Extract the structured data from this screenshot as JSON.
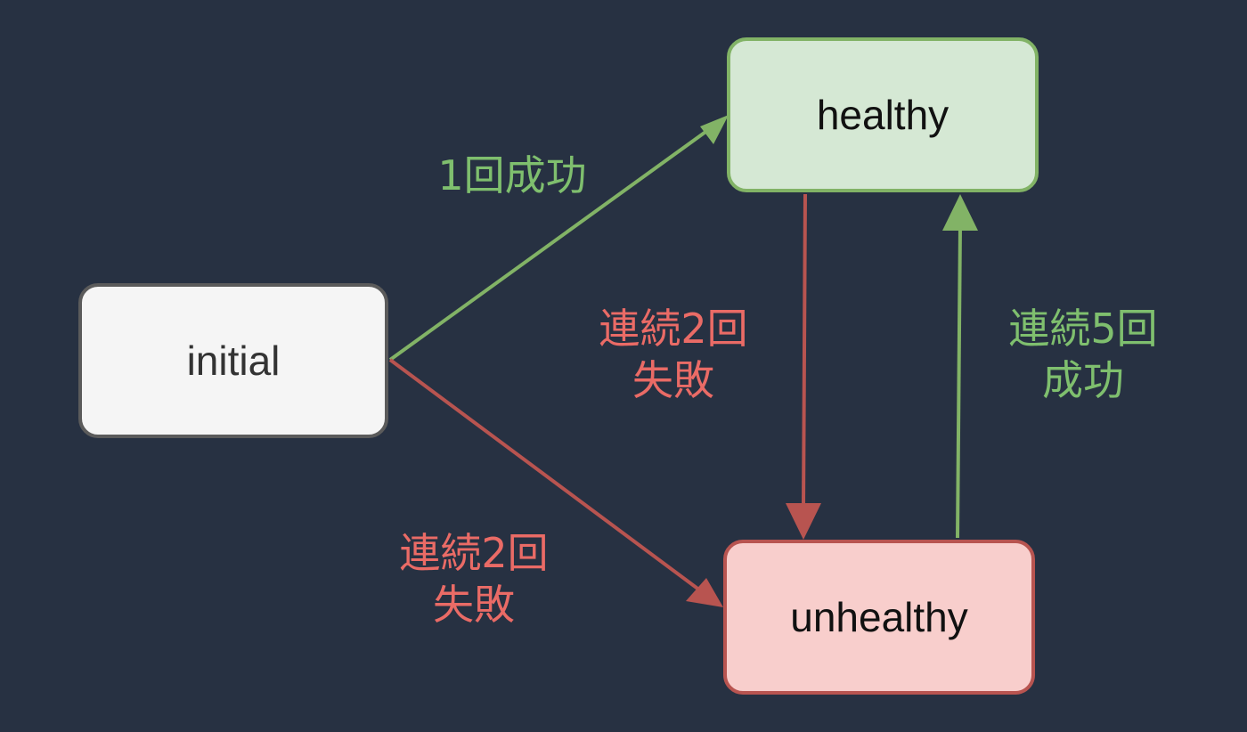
{
  "nodes": {
    "initial": "initial",
    "healthy": "healthy",
    "unhealthy": "unhealthy"
  },
  "edges": {
    "initial_to_healthy": "1回成功",
    "healthy_to_unhealthy": [
      "連続2回",
      "失敗"
    ],
    "unhealthy_to_healthy": [
      "連続5回",
      "成功"
    ],
    "initial_to_unhealthy": [
      "連続2回",
      "失敗"
    ]
  },
  "colors": {
    "background": "#273142",
    "success": "#82b366",
    "failure": "#b85450",
    "success_text": "#7fbf6e",
    "failure_text": "#ea6b66"
  }
}
